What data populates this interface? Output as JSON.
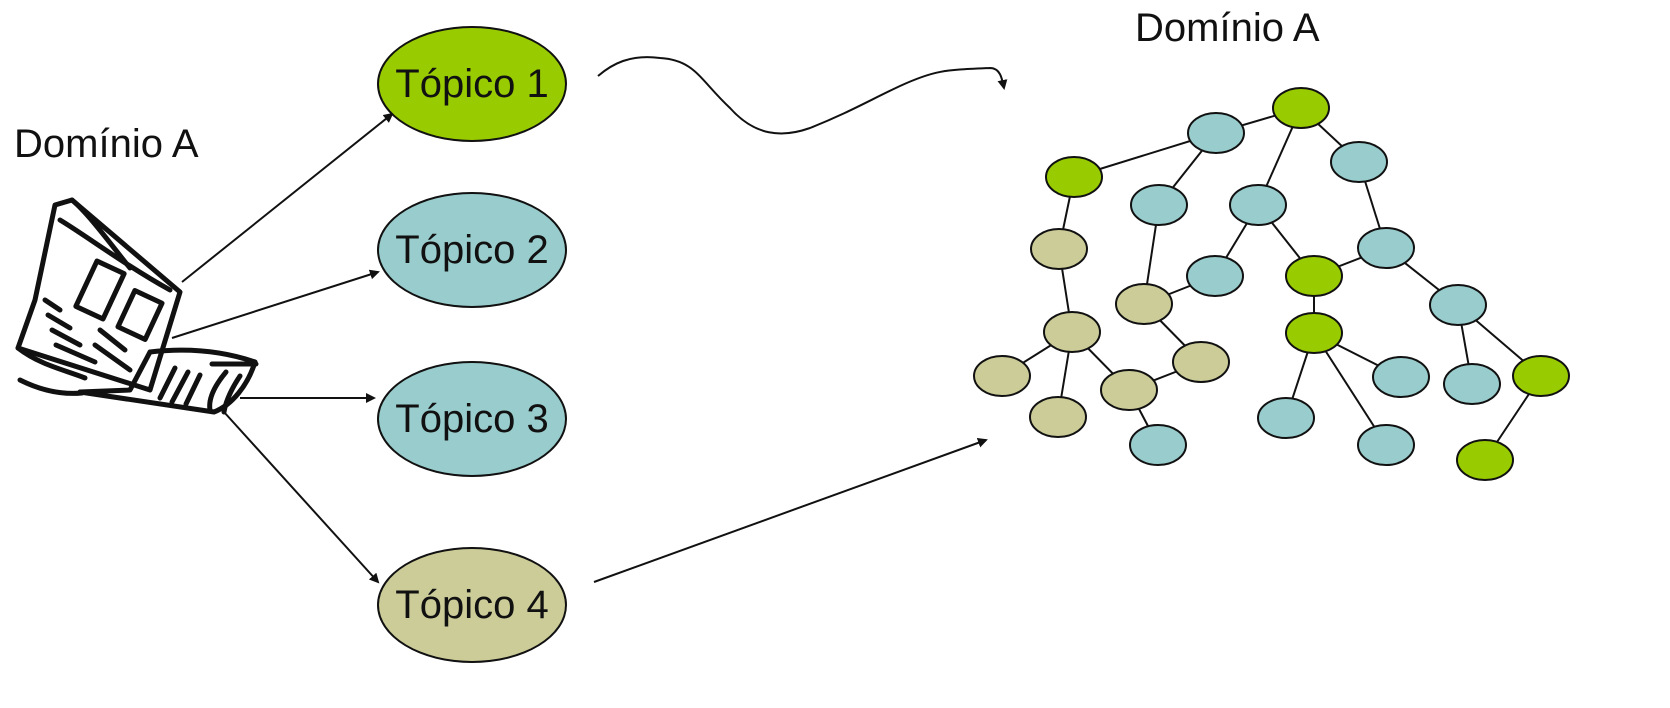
{
  "labels": {
    "domain_left": "Domínio A",
    "domain_right": "Domínio A"
  },
  "topics": [
    {
      "label": "Tópico 1",
      "color": "#99cc00"
    },
    {
      "label": "Tópico 2",
      "color": "#99cccc"
    },
    {
      "label": "Tópico 3",
      "color": "#99cccc"
    },
    {
      "label": "Tópico 4",
      "color": "#cccc99"
    }
  ],
  "graph": {
    "colors": {
      "green": "#99cc00",
      "teal": "#99cccc",
      "tan": "#cccc99"
    },
    "node_colors": [
      "green",
      "teal",
      "teal",
      "green",
      "teal",
      "teal",
      "teal",
      "tan",
      "teal",
      "green",
      "tan",
      "green",
      "teal",
      "tan",
      "tan",
      "tan",
      "tan",
      "teal",
      "teal",
      "teal",
      "teal",
      "green",
      "tan",
      "teal",
      "green"
    ]
  },
  "icons": [
    "newspaper-icon"
  ]
}
